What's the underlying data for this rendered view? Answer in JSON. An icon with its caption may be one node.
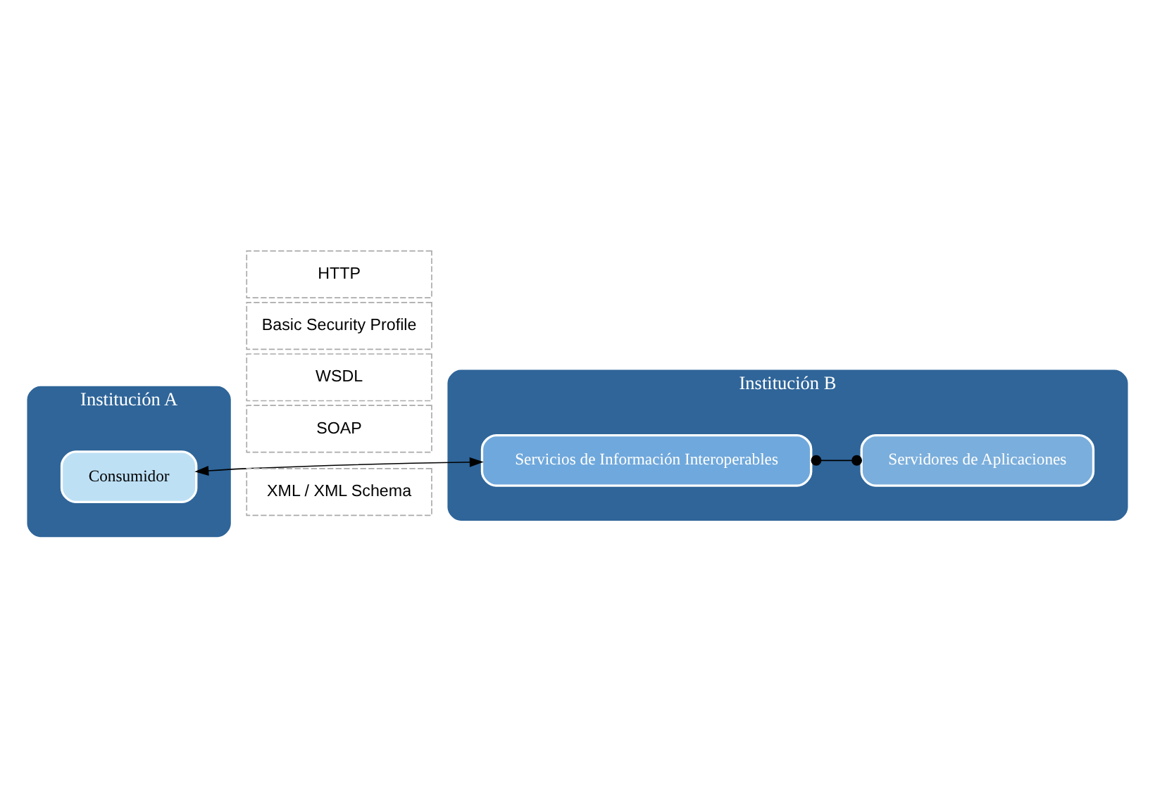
{
  "diagram": {
    "nodes": [
      {
        "text": [
          "Institución A"
        ]
      },
      {
        "text": [
          "Consumidor"
        ],
        "in": 0
      },
      {
        "text": [
          "Institución B"
        ]
      },
      {
        "text": [
          "Servicios de Información Interoperables"
        ],
        "in": 2
      },
      {
        "text": [
          "Servidores de Aplicaciones"
        ],
        "in": 2
      },
      {
        "text": [
          "XML / XML Schema"
        ]
      },
      {
        "text": [
          "SOAP"
        ]
      },
      {
        "text": [
          "WSDL"
        ]
      },
      {
        "text": [
          "Basic Security Profile"
        ]
      },
      {
        "text": [
          "HTTP"
        ]
      }
    ],
    "edges": [
      {
        "from": 1,
        "to": 3,
        "arrow": "both"
      },
      {
        "from": 3,
        "to": 4,
        "arrow": "other"
      }
    ]
  }
}
